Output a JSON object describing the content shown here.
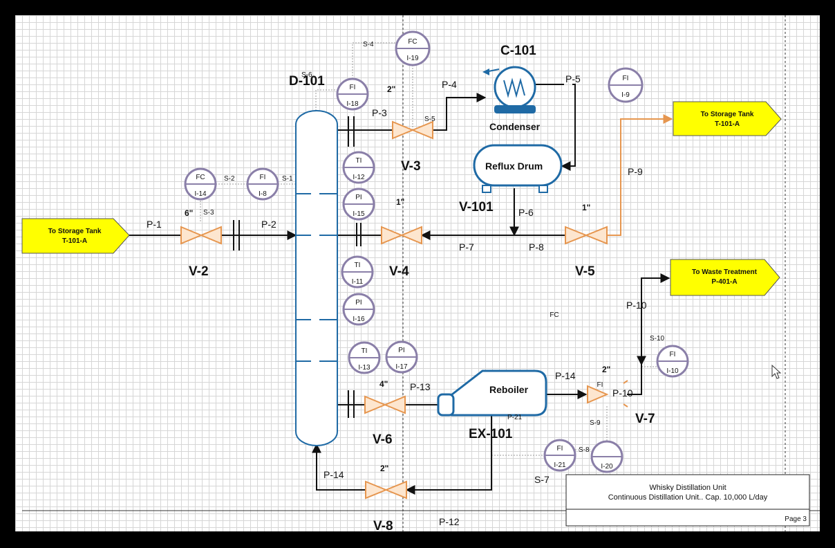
{
  "diagram": {
    "column": {
      "name": "D-101"
    },
    "condenser": {
      "name": "C-101",
      "label": "Condenser"
    },
    "reflux_drum": {
      "name": "V-101",
      "label": "Reflux Drum"
    },
    "reboiler": {
      "name": "EX-101",
      "label": "Reboiler"
    },
    "valves": {
      "v2": "V-2",
      "v3": "V-3",
      "v4": "V-4",
      "v5": "V-5",
      "v6": "V-6",
      "v7": "V-7",
      "v8": "V-8"
    },
    "pipes": {
      "p1": "P-1",
      "p2": "P-2",
      "p3": "P-3",
      "p4": "P-4",
      "p5": "P-5",
      "p6": "P-6",
      "p7": "P-7",
      "p8": "P-8",
      "p9": "P-9",
      "p10": "P-10",
      "p12": "P-12",
      "p13": "P-13",
      "p14": "P-14",
      "p21": "P-21"
    },
    "signals": {
      "s1": "S-1",
      "s2": "S-2",
      "s3": "S-3",
      "s4": "S-4",
      "s5": "S-5",
      "s6": "S-6",
      "s7": "S-7",
      "s8": "S-8",
      "s9": "S-9",
      "s10": "S-10"
    },
    "sizes": {
      "six": "6\"",
      "two": "2\"",
      "one": "1\"",
      "four": "4\""
    },
    "instruments": {
      "fc19": {
        "type": "FC",
        "tag": "I-19"
      },
      "fi18": {
        "type": "FI",
        "tag": "I-18"
      },
      "fi9": {
        "type": "FI",
        "tag": "I-9"
      },
      "fc14": {
        "type": "FC",
        "tag": "I-14"
      },
      "fi8": {
        "type": "FI",
        "tag": "I-8"
      },
      "ti12": {
        "type": "TI",
        "tag": "I-12"
      },
      "pi15": {
        "type": "PI",
        "tag": "I-15"
      },
      "ti11": {
        "type": "TI",
        "tag": "I-11"
      },
      "pi16": {
        "type": "PI",
        "tag": "I-16"
      },
      "ti13": {
        "type": "TI",
        "tag": "I-13"
      },
      "pi17": {
        "type": "PI",
        "tag": "I-17"
      },
      "fi10": {
        "type": "FI",
        "tag": "I-10"
      },
      "fi21": {
        "type": "FI",
        "tag": "I-21"
      },
      "i20": {
        "tag": "I-20"
      }
    },
    "fc_loose": "FC",
    "fi_loose": "FI",
    "offpage": {
      "feed_line1": "To Storage Tank",
      "feed_line2": "T-101-A",
      "top_line1": "To Storage Tank",
      "top_line2": "T-101-A",
      "waste_line1": "To Waste Treatment",
      "waste_line2": "P-401-A"
    }
  },
  "title_block": {
    "title": "Whisky Distillation Unit",
    "subtitle": "Continuous Distillation Unit.. Cap. 10,000 L/day",
    "page": "Page 3"
  },
  "colors": {
    "line": "#111111",
    "valve": "#e6964f",
    "equipment": "#1f6aa5",
    "instrument": "#8a7fa8",
    "flag": "#ffff00",
    "signal": "#9a9a9a"
  }
}
